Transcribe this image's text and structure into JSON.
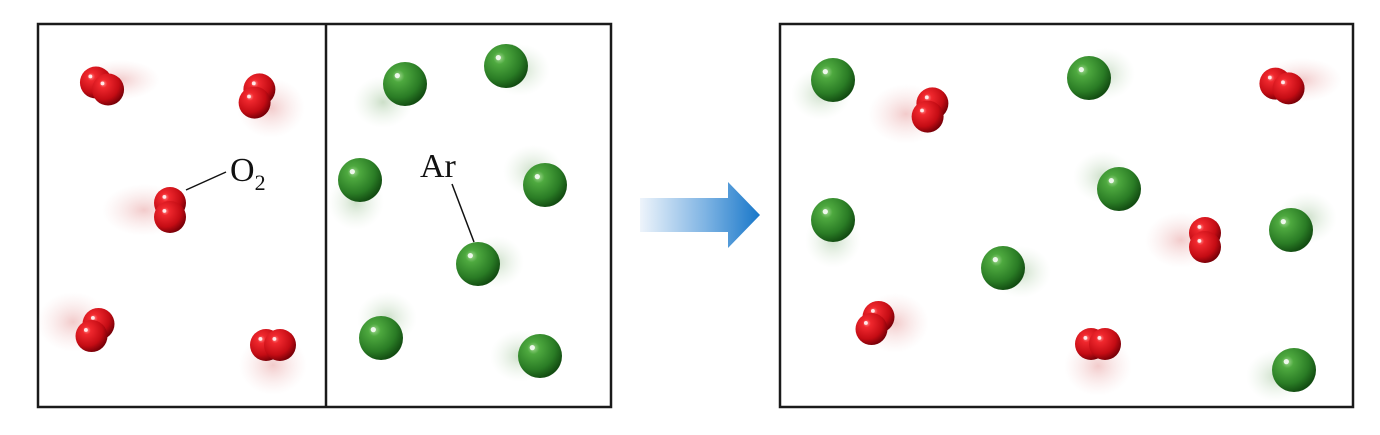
{
  "colors": {
    "oxygen": "#d0101a",
    "argon": "#2f8a2a",
    "arrow_start": "#e6f0fa",
    "arrow_end": "#1877c9",
    "border": "#1a1a1a"
  },
  "labels": {
    "o2_main": "O",
    "o2_sub": "2",
    "ar": "Ar"
  },
  "panels": {
    "before": {
      "partition": true,
      "o2_count": 5,
      "ar_count": 7
    },
    "after": {
      "partition": false,
      "o2_count": 5,
      "ar_count": 7
    }
  },
  "arrow": {
    "direction": "right"
  }
}
